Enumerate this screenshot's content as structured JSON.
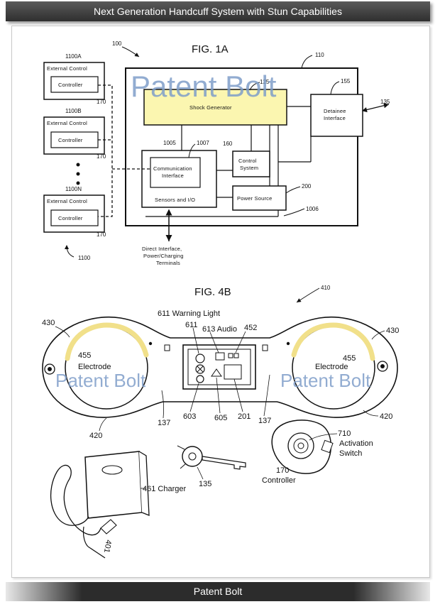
{
  "header": {
    "title": "Next Generation Handcuff System with Stun Capabilities"
  },
  "footer": {
    "text": "Patent Bolt"
  },
  "fig1a": {
    "title": "FIG. 1A",
    "ref_system": "100",
    "ref_device": "110",
    "ext1_ref": "1100A",
    "ext2_ref": "1100B",
    "ext3_ref": "1100N",
    "ext_label": "External Control",
    "controller_label": "Controller",
    "controller_ref": "170",
    "group_ref": "1100",
    "shock_ref": "125",
    "shock_label": "Shock Generator",
    "detainee_ref": "155",
    "detainee_line1": "Detainee",
    "detainee_line2": "Interface",
    "out_ref": "135",
    "comm_ref": "1005",
    "comm_sub_ref": "1007",
    "comm_line1": "Communication",
    "comm_line2": "Interface",
    "sensors_label": "Sensors and I/O",
    "control_ref": "160",
    "control_line1": "Control",
    "control_line2": "System",
    "power_ref": "200",
    "power_label": "Power Source",
    "bus_ref": "1006",
    "direct_line1": "Direct Interface,",
    "direct_line2": "Power/Charging",
    "direct_line3": "Terminals",
    "watermark": "Patent Bolt"
  },
  "fig4b": {
    "title": "FIG. 4B",
    "ref": "410",
    "warning": "611 Warning Light",
    "ref_611": "611",
    "ref_613_audio": "613 Audio",
    "ref_452": "452",
    "cuff_ref": "430",
    "electrode_ref": "455",
    "electrode_label": "Electrode",
    "ref_603": "603",
    "ref_605": "605",
    "ref_201": "201",
    "ref_137": "137",
    "ref_420": "420",
    "activation_ref": "710",
    "activation_line1": "Activation",
    "activation_line2": "Switch",
    "controller_ref": "170",
    "controller_label": "Controller",
    "key_ref": "135",
    "charger_label": "461 Charger",
    "cord_ref": "401",
    "watermark": "Patent Bolt"
  }
}
